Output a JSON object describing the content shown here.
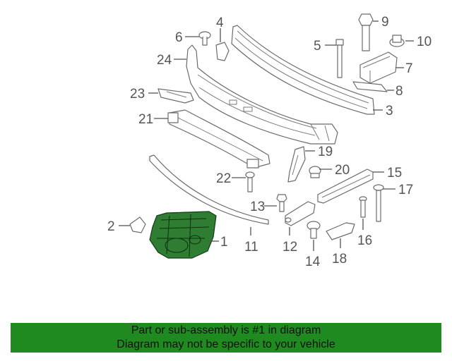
{
  "diagram": {
    "callouts": [
      {
        "id": "1",
        "label": "1"
      },
      {
        "id": "2",
        "label": "2"
      },
      {
        "id": "3",
        "label": "3"
      },
      {
        "id": "4",
        "label": "4"
      },
      {
        "id": "5",
        "label": "5"
      },
      {
        "id": "6",
        "label": "6"
      },
      {
        "id": "7",
        "label": "7"
      },
      {
        "id": "8",
        "label": "8"
      },
      {
        "id": "9",
        "label": "9"
      },
      {
        "id": "10",
        "label": "10"
      },
      {
        "id": "11",
        "label": "11"
      },
      {
        "id": "12",
        "label": "12"
      },
      {
        "id": "13",
        "label": "13"
      },
      {
        "id": "14",
        "label": "14"
      },
      {
        "id": "15",
        "label": "15"
      },
      {
        "id": "16",
        "label": "16"
      },
      {
        "id": "17",
        "label": "17"
      },
      {
        "id": "18",
        "label": "18"
      },
      {
        "id": "19",
        "label": "19"
      },
      {
        "id": "20",
        "label": "20"
      },
      {
        "id": "21",
        "label": "21"
      },
      {
        "id": "22",
        "label": "22"
      },
      {
        "id": "23",
        "label": "23"
      },
      {
        "id": "24",
        "label": "24"
      }
    ],
    "highlighted_part": "1",
    "colors": {
      "highlight": "#2e7d32",
      "banner": "#1f8a1f",
      "line": "#6b6b6b"
    }
  },
  "banner": {
    "line1": "Part or sub-assembly is #1 in diagram",
    "line2": "Diagram may not be specific to your vehicle"
  }
}
